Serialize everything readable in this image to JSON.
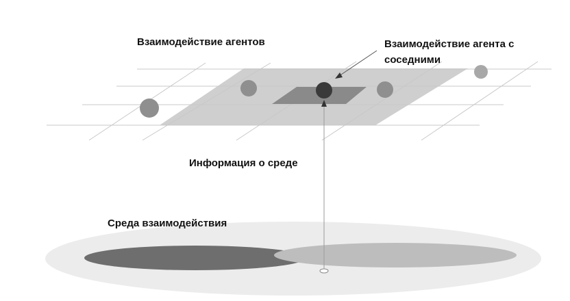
{
  "labels": {
    "agents_interaction": "Взаимодействие агентов",
    "agent_neighbors_line1": "Взаимодействие агента с",
    "agent_neighbors_line2": "соседними",
    "environment_info": "Информация о среде",
    "interaction_environment": "Среда взаимодействия"
  },
  "colors": {
    "grid_line": "#c8c8c8",
    "top_plane": "#cfcfcf",
    "neighborhood_patch": "#8a8a8a",
    "central_agent": "#3a3a3a",
    "neighbor_agent": "#8f8f8f",
    "outer_agent": "#a8a8a8",
    "environment_outer": "#ececec",
    "environment_dark": "#6e6e6e",
    "environment_light": "#bdbdbd",
    "connector_line": "#9a9a9a"
  }
}
